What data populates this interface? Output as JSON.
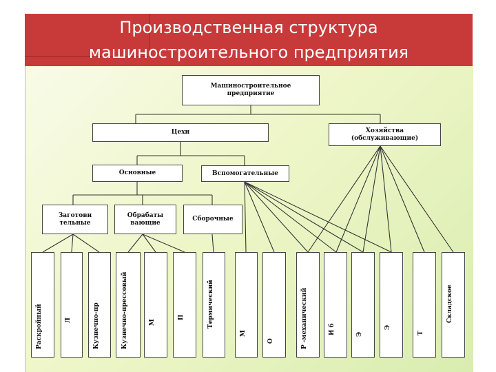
{
  "header": {
    "title_line1": "Производственная структура",
    "title_line2": "машиностроительного предприятия"
  },
  "diagram": {
    "root": "Машиностроительное предприятие",
    "shops": "Цехи",
    "households": "Хозяйства (обслуживающие)",
    "main": "Основные",
    "auxiliary": "Вспомогательные",
    "procurement": "Заготови тельные",
    "processing": "Обрабаты вающие",
    "assembly": "Сборочные",
    "columns": [
      "Раскройный",
      "Л",
      "Кузнечно-пр",
      "Кузнечно-прессовый",
      "М",
      "П",
      "Термический",
      "М",
      "О",
      "Р -механический",
      "И б",
      "Э",
      "Э",
      "Т",
      "Складское"
    ]
  }
}
